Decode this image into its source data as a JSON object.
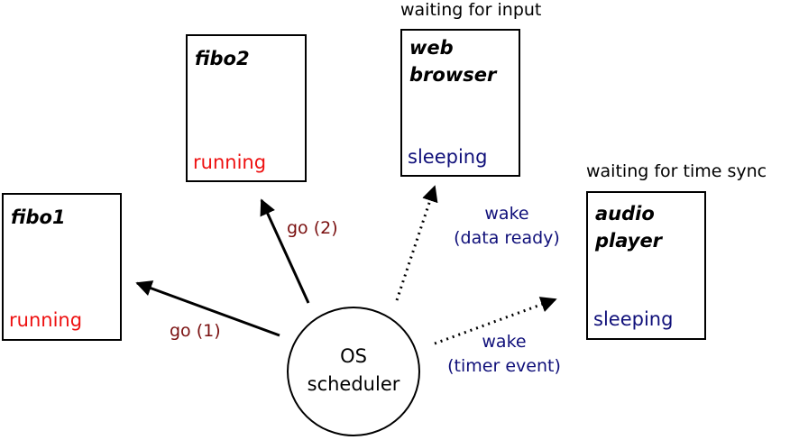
{
  "processes": [
    {
      "id": "fibo1",
      "name_lines": [
        "fibo1"
      ],
      "state": "running",
      "note": ""
    },
    {
      "id": "fibo2",
      "name_lines": [
        "fibo2"
      ],
      "state": "running",
      "note": ""
    },
    {
      "id": "web-browser",
      "name_lines": [
        "web",
        "browser"
      ],
      "state": "sleeping",
      "note": "waiting for input"
    },
    {
      "id": "audio-player",
      "name_lines": [
        "audio",
        "player"
      ],
      "state": "sleeping",
      "note": "waiting for time sync"
    }
  ],
  "scheduler": {
    "lines": [
      "OS",
      "scheduler"
    ]
  },
  "edges": [
    {
      "from": "scheduler",
      "to": "fibo1",
      "style": "solid",
      "label": "go (1)",
      "label_lines": [
        "go (1)"
      ]
    },
    {
      "from": "scheduler",
      "to": "fibo2",
      "style": "solid",
      "label": "go (2)",
      "label_lines": [
        "go (2)"
      ]
    },
    {
      "from": "scheduler",
      "to": "web-browser",
      "style": "dotted",
      "label": "wake (data ready)",
      "label_lines": [
        "wake",
        "(data ready)"
      ]
    },
    {
      "from": "scheduler",
      "to": "audio-player",
      "style": "dotted",
      "label": "wake (timer event)",
      "label_lines": [
        "wake",
        "(timer event)"
      ]
    }
  ],
  "colors": {
    "running": "#ee1111",
    "sleeping": "#10107a",
    "go_label": "#7a1010",
    "wake_label": "#10107a",
    "line": "#000000"
  }
}
